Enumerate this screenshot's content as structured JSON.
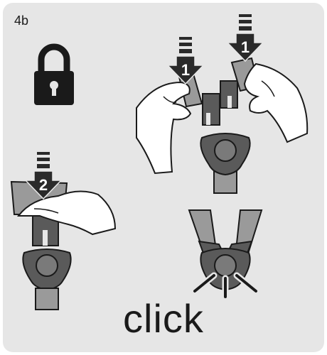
{
  "step_label": "4b",
  "click_label": "click",
  "arrows": [
    {
      "number": "1"
    },
    {
      "number": "1"
    },
    {
      "number": "2"
    }
  ],
  "icons": {
    "lock": "padlock-icon"
  },
  "colors": {
    "panel": "#e6e6e6",
    "strap": "#9a9a9a",
    "buckle_dark": "#4e4e4e",
    "button_grey": "#7a7a7a",
    "arrow": "#2a2a2a",
    "outline": "#1a1a1a",
    "skin": "#ffffff"
  }
}
